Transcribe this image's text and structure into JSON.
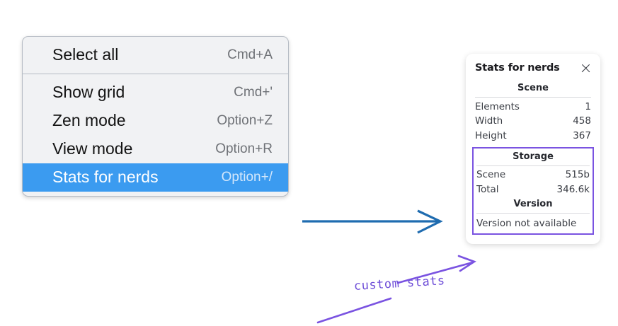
{
  "context_menu": {
    "name": "Context menu",
    "sections": [
      {
        "items": [
          {
            "label": "Select all",
            "shortcut": "Cmd+A",
            "selected": false
          }
        ]
      },
      {
        "items": [
          {
            "label": "Show grid",
            "shortcut": "Cmd+'",
            "selected": false
          },
          {
            "label": "Zen mode",
            "shortcut": "Option+Z",
            "selected": false
          },
          {
            "label": "View mode",
            "shortcut": "Option+R",
            "selected": false
          },
          {
            "label": "Stats for nerds",
            "shortcut": "Option+/",
            "selected": true
          }
        ]
      }
    ],
    "highlight_color": "#3b9bf0",
    "background_color": "#f1f2f4"
  },
  "stats_panel": {
    "title": "Stats for nerds",
    "close_icon": "close-icon",
    "sections": [
      {
        "heading": "Scene",
        "rows": [
          {
            "key": "Elements",
            "value": "1"
          },
          {
            "key": "Width",
            "value": "458"
          },
          {
            "key": "Height",
            "value": "367"
          }
        ]
      },
      {
        "heading": "Storage",
        "rows": [
          {
            "key": "Scene",
            "value": "515b"
          },
          {
            "key": "Total",
            "value": "346.6k"
          }
        ]
      },
      {
        "heading": "Version",
        "full_rows": [
          "Version not available"
        ]
      }
    ],
    "highlight_border_color": "#7a53e1"
  },
  "annotations": {
    "label": "custom stats",
    "label_color": "#6f4fd8",
    "blue_arrow_color": "#1f6cb0",
    "purple_arrow_color": "#7a53e1"
  }
}
